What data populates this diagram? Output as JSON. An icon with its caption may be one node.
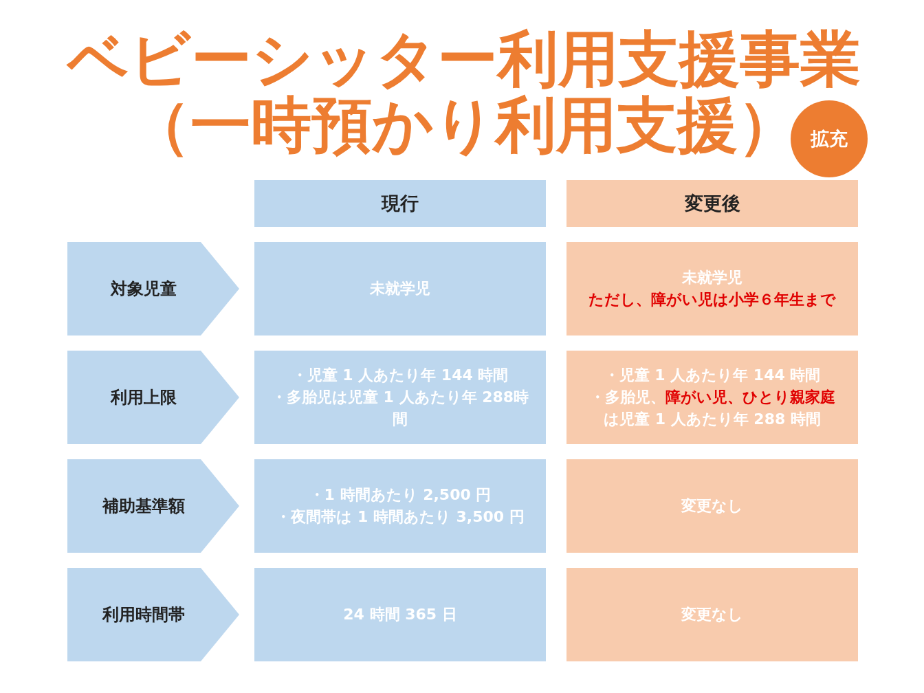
{
  "diagram": {
    "title": "ベビーシッター利用支援事業（一時預かり利用支援）",
    "nodes": [
      {
        "text": [
          "現行"
        ]
      },
      {
        "text": [
          "変更後"
        ]
      },
      {
        "text": [
          "拡充"
        ]
      },
      {
        "text": [
          "対象児童"
        ]
      },
      {
        "text": [
          "未就学児"
        ]
      },
      {
        "text": [
          "未就学児",
          "ただし、障がい児は小学６年生まで"
        ]
      },
      {
        "text": [
          "利用上限"
        ]
      },
      {
        "text": [
          "・児童 1 人あたり年 144 時間",
          "・多胎児は児童 1 人あたり年 288時間"
        ]
      },
      {
        "text": [
          "・児童 1 人あたり年 144 時間",
          "・多胎児、",
          "障がい児、ひとり親家庭",
          "は児童 1 人あたり年 288 時間"
        ]
      },
      {
        "text": [
          "補助基準額"
        ]
      },
      {
        "text": [
          "・1 時間あたり 2,500 円",
          "・夜間帯は 1 時間あたり 3,500 円"
        ]
      },
      {
        "text": [
          "変更なし"
        ]
      },
      {
        "text": [
          "利用時間帯"
        ]
      },
      {
        "text": [
          "24 時間 365 日"
        ]
      },
      {
        "text": [
          "変更なし"
        ]
      }
    ],
    "edges": []
  }
}
